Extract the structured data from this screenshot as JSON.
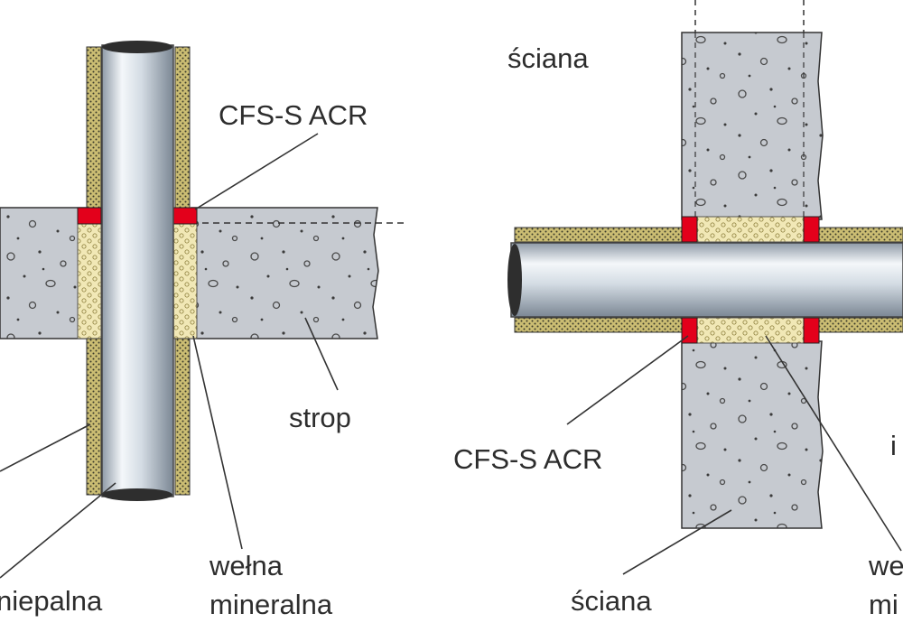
{
  "left_detail": {
    "label_sealant": "CFS-S ACR",
    "label_slab": "strop",
    "label_wool_line1": "wełna",
    "label_wool_line2": "mineralna",
    "label_cropped_bottom": "niepalna"
  },
  "right_detail": {
    "label_wall_top": "ściana",
    "label_sealant": "CFS-S ACR",
    "label_wall_bottom": "ściana",
    "label_cropped_right": "i",
    "label_cropped_bottom_1": "we",
    "label_cropped_bottom_2": "mi"
  },
  "colors": {
    "concrete": "#c6cad0",
    "sealant_red": "#e3001b",
    "mineral_wool": "#f1e8b6",
    "insulation_jacket": "#cbbd73",
    "pipe": "#d2dbe4",
    "line": "#333333"
  }
}
